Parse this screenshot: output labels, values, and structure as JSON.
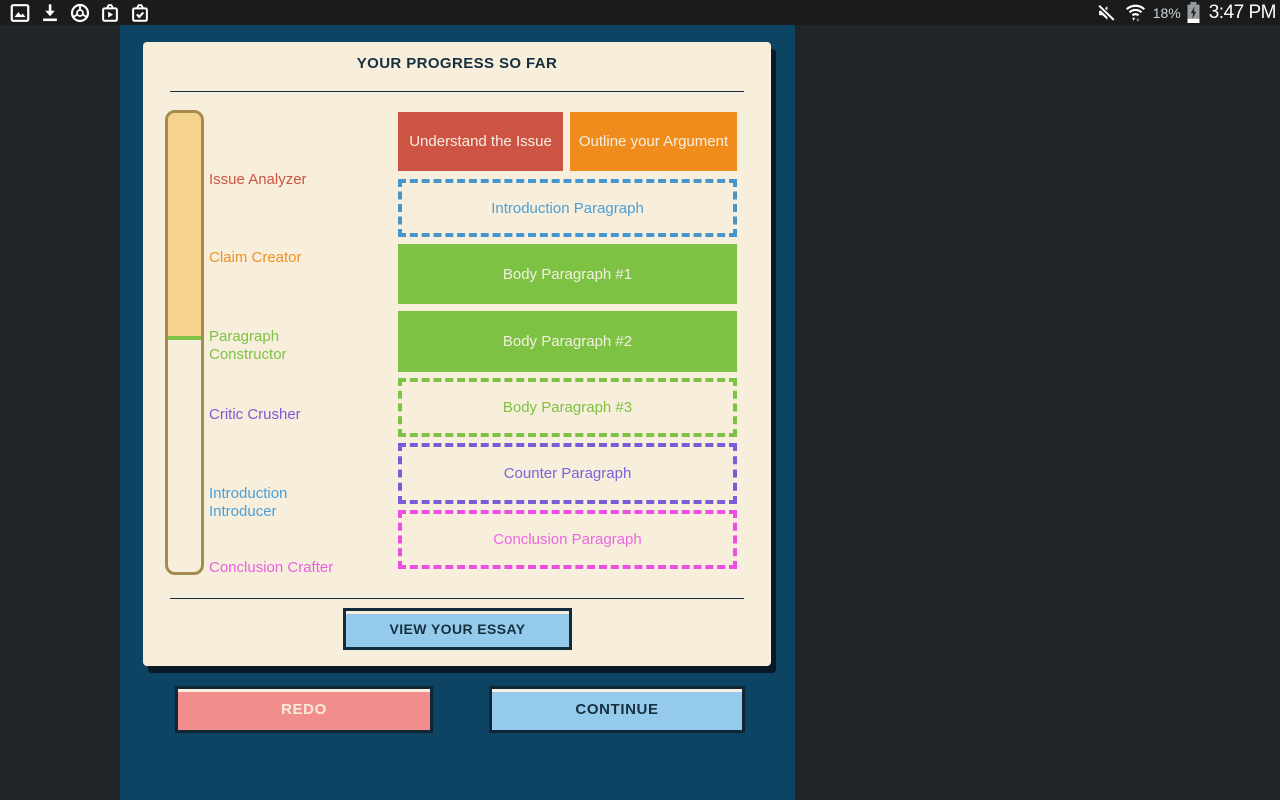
{
  "status_bar": {
    "time": "3:47 PM",
    "battery_percent": "18%",
    "left_icons": [
      "gallery-icon",
      "download-icon",
      "chrome-icon",
      "play-store-icon",
      "bag-check-icon"
    ],
    "right_icons": [
      "volume-muted-icon",
      "wifi-icon",
      "battery-charging-icon"
    ]
  },
  "progress_card": {
    "title": "YOUR PROGRESS SO FAR",
    "progress_meter": {
      "fill_percent": 49,
      "fill_color": "#f5d38d",
      "border_color": "#a58b4d",
      "marker_color": "#7dc242"
    },
    "stage_labels": [
      {
        "label": "Issue Analyzer",
        "color": "#cd5342"
      },
      {
        "label": "Claim Creator",
        "color": "#f29123"
      },
      {
        "label": "Paragraph Constructor",
        "color": "#7dc242"
      },
      {
        "label": "Critic Crusher",
        "color": "#7e57d9"
      },
      {
        "label": "Introduction Introducer",
        "color": "#4a9fd8"
      },
      {
        "label": "Conclusion Crafter",
        "color": "#e95fe0"
      }
    ],
    "boxes": [
      {
        "label": "Understand the Issue",
        "completed": true,
        "color": "#cd5342"
      },
      {
        "label": "Outline your Argument",
        "completed": true,
        "color": "#f08c1c"
      },
      {
        "label": "Introduction Paragraph",
        "completed": false,
        "color": "#4596cf"
      },
      {
        "label": "Body Paragraph #1",
        "completed": true,
        "color": "#7dc242"
      },
      {
        "label": "Body Paragraph #2",
        "completed": true,
        "color": "#7dc242"
      },
      {
        "label": "Body Paragraph #3",
        "completed": false,
        "color": "#7dc242"
      },
      {
        "label": "Counter Paragraph",
        "completed": false,
        "color": "#7a5cd8"
      },
      {
        "label": "Conclusion Paragraph",
        "completed": false,
        "color": "#ee4fe2"
      }
    ],
    "view_essay_button": "VIEW YOUR ESSAY"
  },
  "footer": {
    "redo_button": "REDO",
    "continue_button": "CONTINUE"
  },
  "theme": {
    "page_background": "#212528",
    "status_bar_background": "#191b1c",
    "panel_background": "#0d4463",
    "card_background": "#f7efdc",
    "navy_text": "#16303f",
    "button_blue": "#94cbec",
    "button_salmon": "#f28d8d"
  }
}
